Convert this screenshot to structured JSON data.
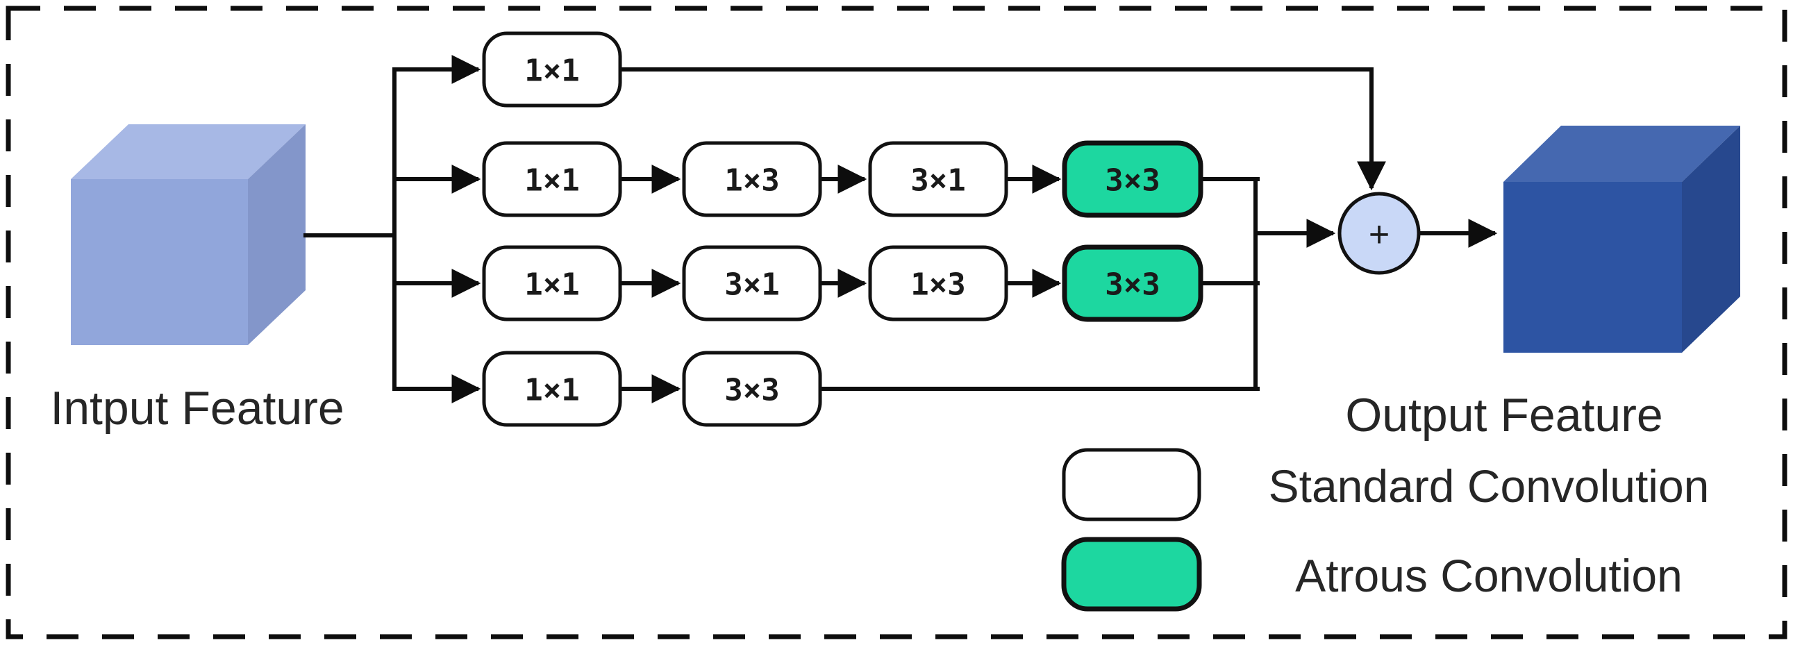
{
  "figure": {
    "input_label": "Intput Feature",
    "output_label": "Output Feature",
    "sum_symbol": "+",
    "branches": [
      {
        "boxes": [
          {
            "label": "1×1",
            "type": "standard"
          }
        ]
      },
      {
        "boxes": [
          {
            "label": "1×1",
            "type": "standard"
          },
          {
            "label": "1×3",
            "type": "standard"
          },
          {
            "label": "3×1",
            "type": "standard"
          },
          {
            "label": "3×3",
            "type": "atrous"
          }
        ]
      },
      {
        "boxes": [
          {
            "label": "1×1",
            "type": "standard"
          },
          {
            "label": "3×1",
            "type": "standard"
          },
          {
            "label": "1×3",
            "type": "standard"
          },
          {
            "label": "3×3",
            "type": "atrous"
          }
        ]
      },
      {
        "boxes": [
          {
            "label": "1×1",
            "type": "standard"
          },
          {
            "label": "3×3",
            "type": "standard"
          }
        ]
      }
    ],
    "legend": {
      "items": [
        {
          "type": "standard",
          "label": "Standard Convolution"
        },
        {
          "type": "atrous",
          "label": "Atrous Convolution"
        }
      ]
    },
    "colors": {
      "line": "#0d0d0d",
      "standard_fill": "#ffffff",
      "atrous_fill": "#1dd7a0",
      "sum_fill": "#c9d8f7",
      "input_cube_front": "#91a6db",
      "input_cube_top": "#a7b8e5",
      "input_cube_side": "#8396ca",
      "output_cube_front": "#2d54a3",
      "output_cube_top": "#4568b0",
      "output_cube_side": "#27488e"
    }
  }
}
